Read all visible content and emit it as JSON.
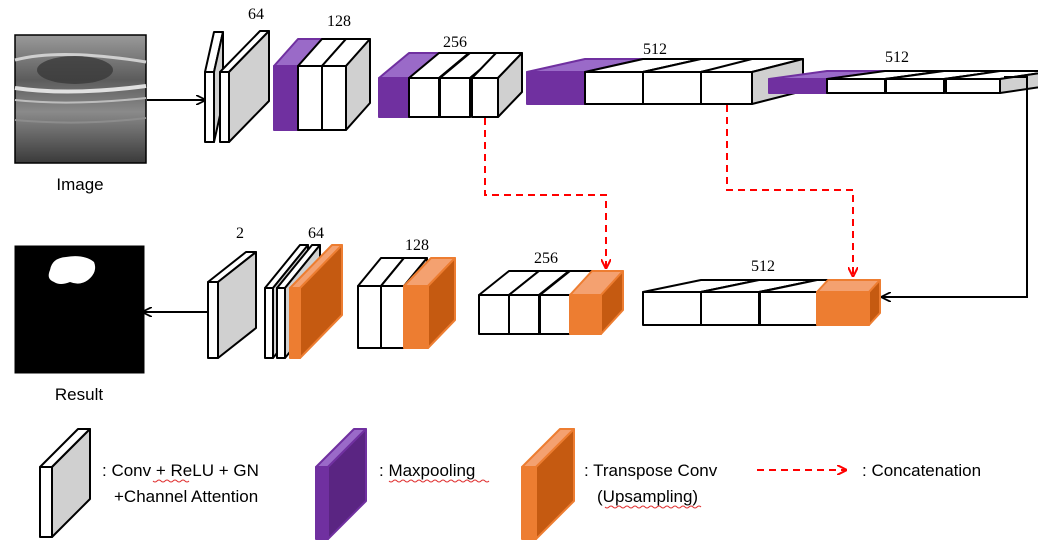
{
  "colors": {
    "conv_front": "#ffffff",
    "conv_side": "#d0d0d0",
    "pool": "#7030a0",
    "pool_top": "#9a6ac8",
    "pool_side": "#5a2582",
    "up": "#ed7d31",
    "up_top": "#f4a170",
    "up_side": "#c55a11",
    "concat": "#ff0000",
    "line": "#000000"
  },
  "captions": {
    "input": "Image",
    "output": "Result"
  },
  "encoder_labels": [
    "64",
    "128",
    "256",
    "512",
    "512"
  ],
  "decoder_labels": [
    "2",
    "64",
    "128",
    "256",
    "512"
  ],
  "legend": {
    "conv_line1": ": Conv + ReLU + GN",
    "conv_line2": "+Channel Attention",
    "pool": ": Maxpooling",
    "up_line1": ": Transpose Conv",
    "up_line2": "(Upsampling)",
    "concat": ": Concatenation"
  },
  "icons": [
    "ultrasound-image",
    "segmentation-mask",
    "arrow-icon",
    "dashed-arrow-icon"
  ]
}
